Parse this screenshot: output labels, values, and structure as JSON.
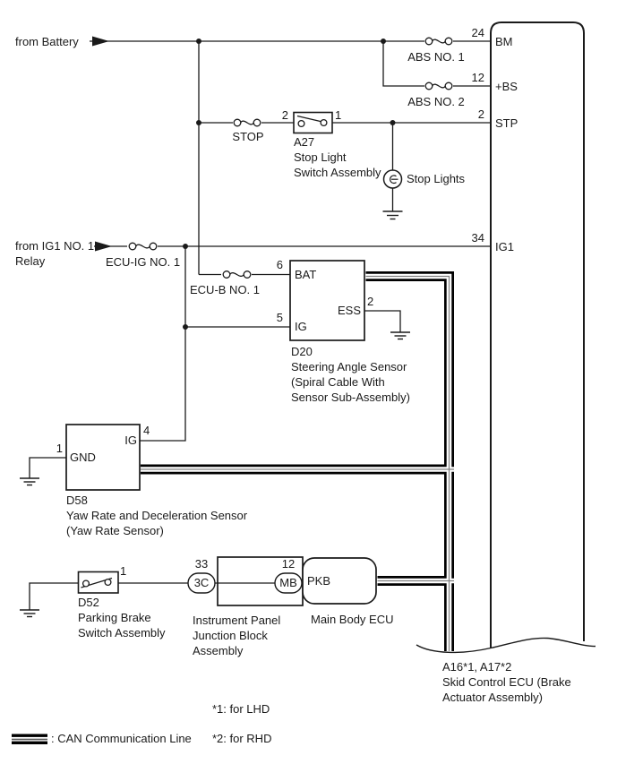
{
  "sources": {
    "battery": "from Battery",
    "ig1_line1": "from IG1 NO. 1",
    "ig1_line2": "Relay"
  },
  "fuses": {
    "abs1": "ABS NO. 1",
    "abs2": "ABS NO. 2",
    "stop": "STOP",
    "ecu_ig": "ECU-IG NO. 1",
    "ecu_b": "ECU-B NO. 1"
  },
  "skid_ecu": {
    "pins": [
      {
        "num": "24",
        "name": "BM"
      },
      {
        "num": "12",
        "name": "+BS"
      },
      {
        "num": "2",
        "name": "STP"
      },
      {
        "num": "34",
        "name": "IG1"
      }
    ],
    "code": "A16*1, A17*2",
    "name1": "Skid Control ECU (Brake",
    "name2": "Actuator Assembly)"
  },
  "a27": {
    "pin_left": "2",
    "pin_right": "1",
    "code": "A27",
    "name1": "Stop Light",
    "name2": "Switch Assembly"
  },
  "stop_lights": "Stop Lights",
  "d20": {
    "code": "D20",
    "name1": "Steering Angle Sensor",
    "name2": "(Spiral Cable With",
    "name3": "Sensor Sub-Assembly)",
    "bat_num": "6",
    "bat": "BAT",
    "ig_num": "5",
    "ig": "IG",
    "ess_num": "2",
    "ess": "ESS"
  },
  "d58": {
    "code": "D58",
    "name1": "Yaw Rate and Deceleration Sensor",
    "name2": "(Yaw Rate Sensor)",
    "ig_num": "4",
    "ig": "IG",
    "gnd_num": "1",
    "gnd": "GND"
  },
  "d52": {
    "pin": "1",
    "code": "D52",
    "name1": "Parking Brake",
    "name2": "Switch Assembly"
  },
  "junction_block": {
    "conn1_num": "33",
    "conn1": "3C",
    "conn2_num": "12",
    "conn2": "MB",
    "name1": "Instrument Panel",
    "name2": "Junction Block",
    "name3": "Assembly"
  },
  "main_body_ecu": {
    "pin": "PKB",
    "name": "Main Body ECU"
  },
  "legend": {
    "can": ": CAN Communication Line",
    "note1": "*1: for LHD",
    "note2": "*2: for RHD"
  },
  "colors": {
    "line": "#1a1a1a",
    "can_outer": "#000000",
    "can_center": "#808080"
  }
}
